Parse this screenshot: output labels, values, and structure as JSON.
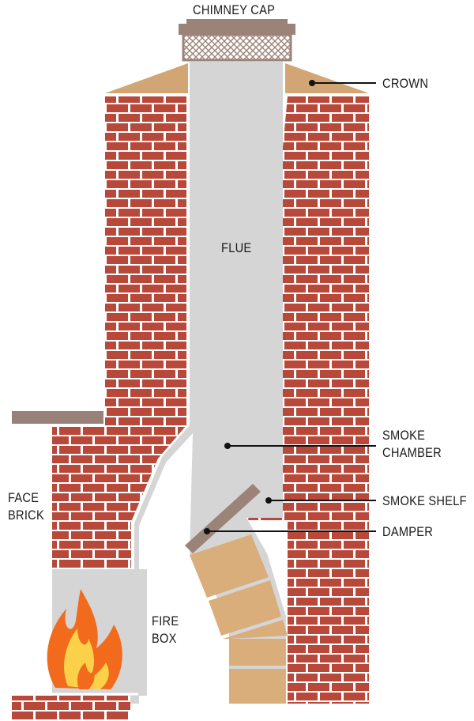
{
  "labels": {
    "chimney_cap": "CHIMNEY CAP",
    "crown": "CROWN",
    "flue": "FLUE",
    "smoke_chamber_line1": "SMOKE",
    "smoke_chamber_line2": "CHAMBER",
    "smoke_shelf": "SMOKE SHELF",
    "damper": "DAMPER",
    "face_brick_line1": "FACE",
    "face_brick_line2": "BRICK",
    "fire_box_line1": "FIRE",
    "fire_box_line2": "BOX"
  },
  "colors": {
    "brick": "#b8493a",
    "mortar": "#ffffff",
    "flue_gray": "#d5d5d6",
    "crown_tan": "#d2a574",
    "firebrick_tan": "#d9ae7b",
    "cap_taupe": "#9b8377",
    "mantel": "#988178",
    "leader": "#111111",
    "flame_outer": "#f26b1d",
    "flame_inner": "#fcd14a"
  }
}
